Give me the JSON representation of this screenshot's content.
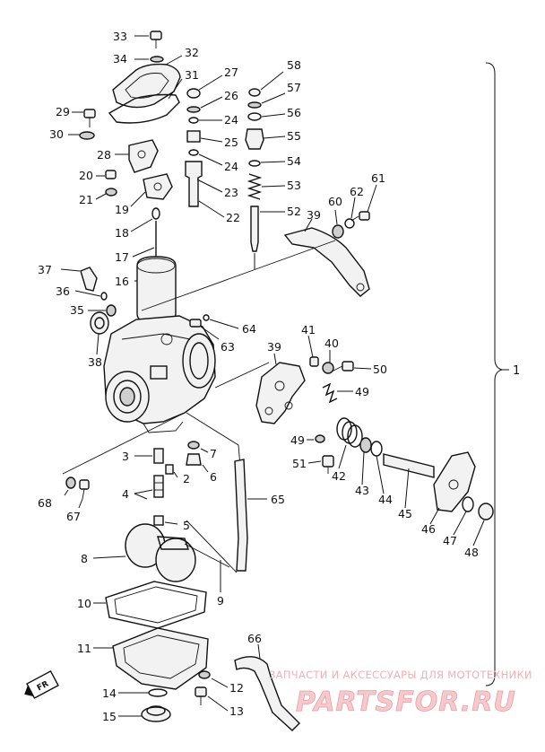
{
  "assembly_label": "1",
  "callouts": {
    "p2": "2",
    "p3": "3",
    "p4": "4",
    "p5": "5",
    "p6": "6",
    "p7": "7",
    "p8": "8",
    "p9": "9",
    "p10": "10",
    "p11": "11",
    "p12": "12",
    "p13": "13",
    "p14": "14",
    "p15": "15",
    "p16": "16",
    "p17": "17",
    "p18": "18",
    "p19": "19",
    "p20": "20",
    "p21": "21",
    "p22": "22",
    "p23": "23",
    "p24a": "24",
    "p24b": "24",
    "p25": "25",
    "p26": "26",
    "p27": "27",
    "p28": "28",
    "p29": "29",
    "p30": "30",
    "p31": "31",
    "p32": "32",
    "p33": "33",
    "p34": "34",
    "p35": "35",
    "p36": "36",
    "p37": "37",
    "p38": "38",
    "p39a": "39",
    "p39b": "39",
    "p40": "40",
    "p41": "41",
    "p42": "42",
    "p43": "43",
    "p44": "44",
    "p45": "45",
    "p46": "46",
    "p47": "47",
    "p48": "48",
    "p49a": "49",
    "p49b": "49",
    "p50": "50",
    "p51": "51",
    "p52": "52",
    "p53": "53",
    "p54": "54",
    "p55": "55",
    "p56": "56",
    "p57": "57",
    "p58": "58",
    "p60": "60",
    "p61": "61",
    "p62": "62",
    "p63": "63",
    "p64": "64",
    "p65": "65",
    "p66": "66",
    "p67": "67",
    "p68": "68"
  },
  "front_marker": "FR",
  "watermark": {
    "caption": "ЗАПЧАСТИ И АКСЕССУАРЫ ДЛЯ МОТОТЕХНИКИ",
    "logo": "PARTSFOR.RU"
  }
}
